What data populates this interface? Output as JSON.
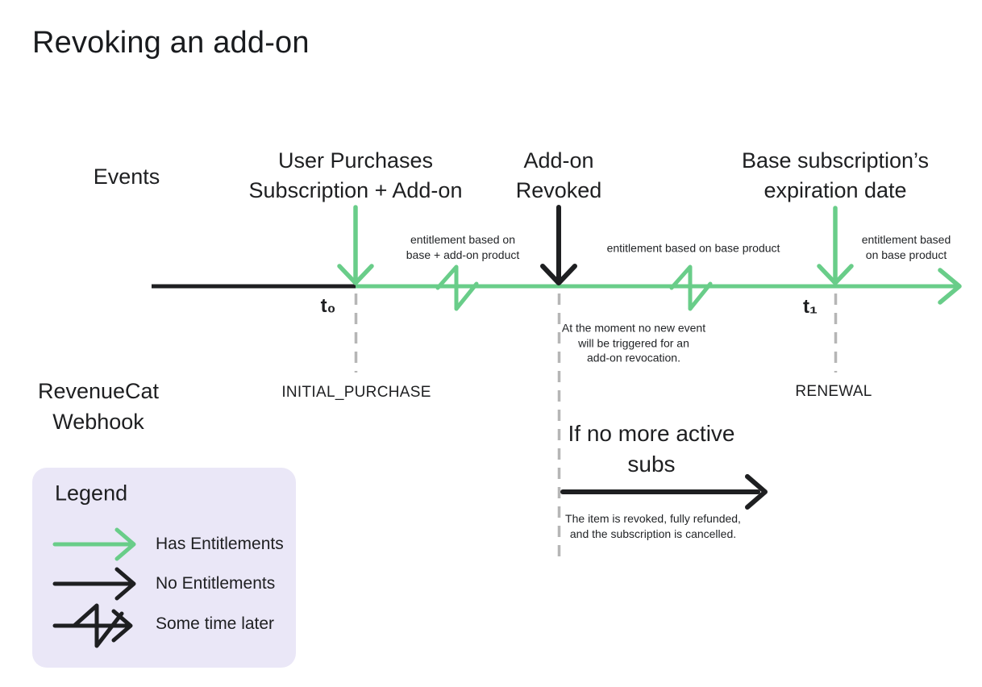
{
  "title": "Revoking an add-on",
  "colors": {
    "green": "#69CD89",
    "ink": "#1E1F21",
    "dash_gray": "#B6B6B6",
    "legend_bg": "#EAE7F7"
  },
  "events_row_label": "Events",
  "events": {
    "purchase": {
      "line1": "User Purchases",
      "line2": "Subscription + Add-on"
    },
    "revoked": {
      "line1": "Add-on",
      "line2": "Revoked"
    },
    "expiration": {
      "line1": "Base subscription’s",
      "line2": "expiration date"
    }
  },
  "timeline": {
    "t0": "t₀",
    "t1": "t₁"
  },
  "annotations": {
    "after_purchase": {
      "line1": "entitlement based on",
      "line2": "base + add-on product"
    },
    "after_revoke": "entitlement based on base product",
    "after_renewal": {
      "line1": "entitlement based",
      "line2": "on base product"
    },
    "revoke_note": {
      "line1": "At the moment no new event",
      "line2": "will be triggered for an",
      "line3": "add-on revocation."
    },
    "refund_note": {
      "line1": "The item is revoked, fully refunded,",
      "line2": "and the subscription is cancelled."
    }
  },
  "webhook": {
    "row_label": {
      "line1": "RevenueCat",
      "line2": "Webhook"
    },
    "initial_purchase": "INITIAL_PURCHASE",
    "renewal": "RENEWAL"
  },
  "branch": {
    "line1": "If no more active",
    "line2": "subs"
  },
  "legend": {
    "heading": "Legend",
    "items": [
      {
        "icon": "has-entitlements-arrow-icon",
        "label": "Has Entitlements"
      },
      {
        "icon": "no-entitlements-arrow-icon",
        "label": "No Entitlements"
      },
      {
        "icon": "time-skip-arrow-icon",
        "label": "Some time later"
      }
    ]
  }
}
